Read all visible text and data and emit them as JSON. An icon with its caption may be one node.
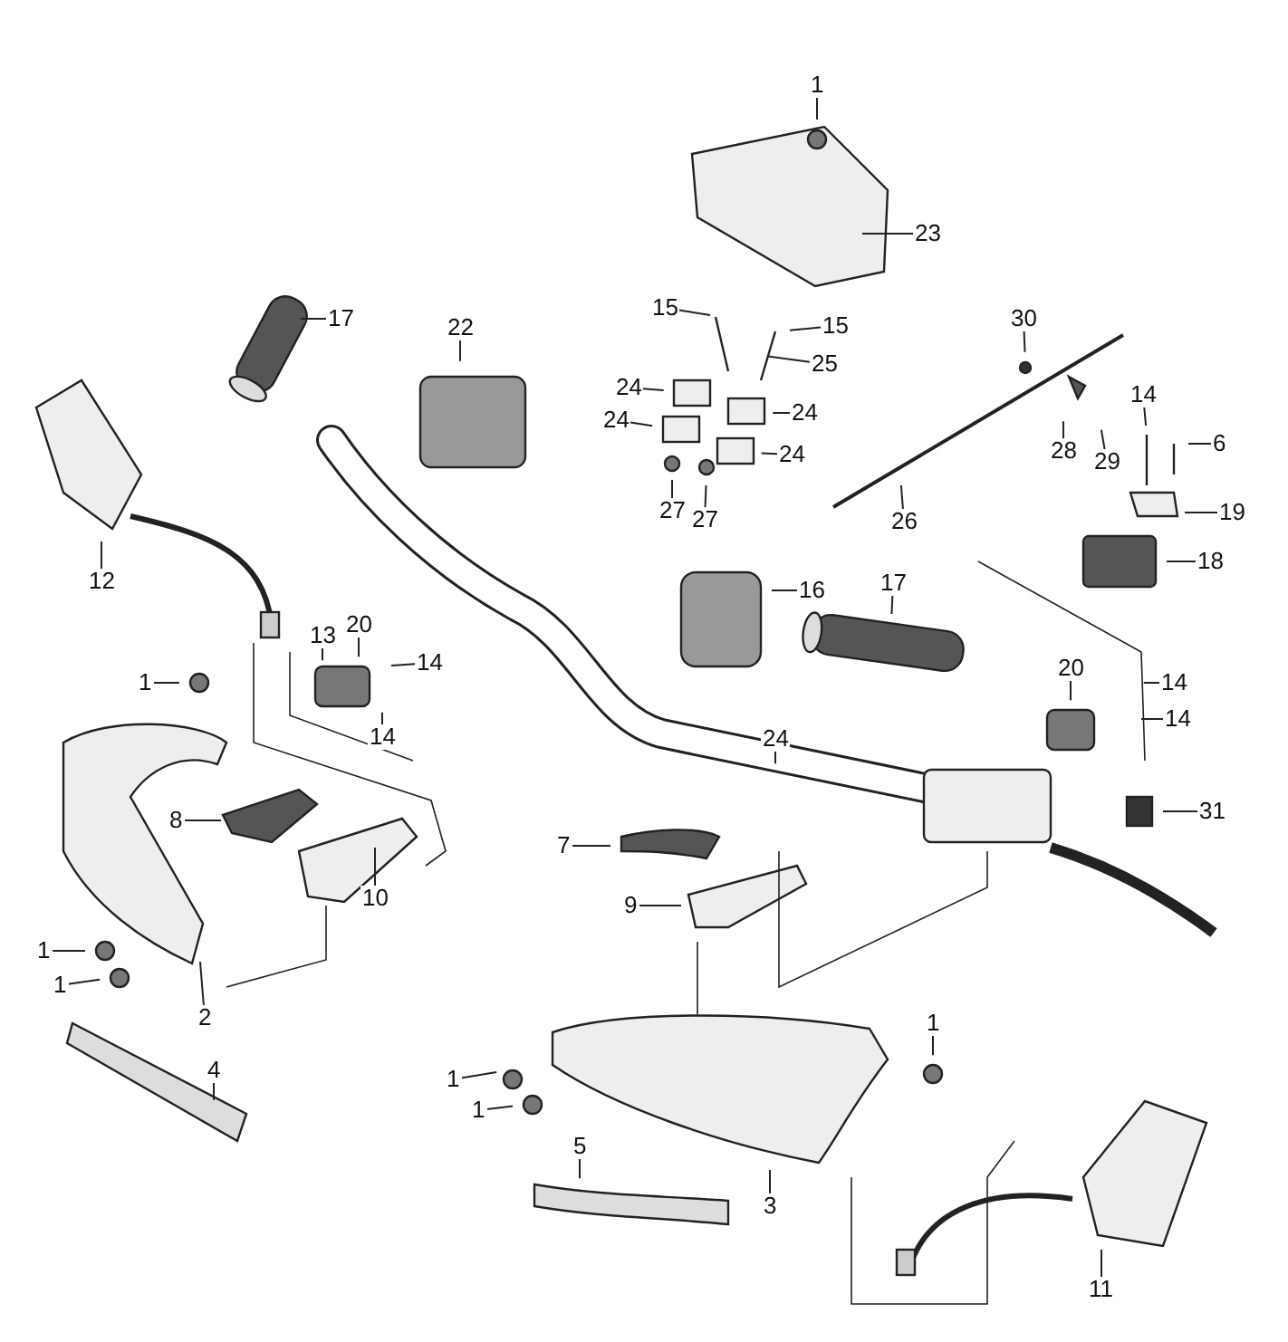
{
  "diagram": {
    "nodes": [
      {
        "text": [
          "1"
        ]
      },
      {
        "text": [
          "23"
        ]
      },
      {
        "text": [
          "17"
        ]
      },
      {
        "text": [
          "22"
        ]
      },
      {
        "text": [
          "15"
        ]
      },
      {
        "text": [
          "15"
        ]
      },
      {
        "text": [
          "25"
        ]
      },
      {
        "text": [
          "24"
        ]
      },
      {
        "text": [
          "24"
        ]
      },
      {
        "text": [
          "24"
        ]
      },
      {
        "text": [
          "24"
        ]
      },
      {
        "text": [
          "27"
        ]
      },
      {
        "text": [
          "27"
        ]
      },
      {
        "text": [
          "30"
        ]
      },
      {
        "text": [
          "14"
        ]
      },
      {
        "text": [
          "6"
        ]
      },
      {
        "text": [
          "28"
        ]
      },
      {
        "text": [
          "29"
        ]
      },
      {
        "text": [
          "26"
        ]
      },
      {
        "text": [
          "19"
        ]
      },
      {
        "text": [
          "18"
        ]
      },
      {
        "text": [
          "12"
        ]
      },
      {
        "text": [
          "16"
        ]
      },
      {
        "text": [
          "17"
        ]
      },
      {
        "text": [
          "13"
        ]
      },
      {
        "text": [
          "20"
        ]
      },
      {
        "text": [
          "14"
        ]
      },
      {
        "text": [
          "14"
        ]
      },
      {
        "text": [
          "1"
        ]
      },
      {
        "text": [
          "20"
        ]
      },
      {
        "text": [
          "14"
        ]
      },
      {
        "text": [
          "14"
        ]
      },
      {
        "text": [
          "24"
        ]
      },
      {
        "text": [
          "8"
        ]
      },
      {
        "text": [
          "31"
        ]
      },
      {
        "text": [
          "7"
        ]
      },
      {
        "text": [
          "10"
        ]
      },
      {
        "text": [
          "9"
        ]
      },
      {
        "text": [
          "1"
        ]
      },
      {
        "text": [
          "1"
        ]
      },
      {
        "text": [
          "2"
        ]
      },
      {
        "text": [
          "1"
        ]
      },
      {
        "text": [
          "4"
        ]
      },
      {
        "text": [
          "1"
        ]
      },
      {
        "text": [
          "1"
        ]
      },
      {
        "text": [
          "5"
        ]
      },
      {
        "text": [
          "3"
        ]
      },
      {
        "text": [
          "11"
        ]
      }
    ],
    "edges": [
      {
        "from": 0,
        "to": null,
        "arrow": "none"
      },
      {
        "from": 1,
        "to": null,
        "arrow": "none"
      },
      {
        "from": 2,
        "to": null,
        "arrow": "none"
      },
      {
        "from": 3,
        "to": null,
        "arrow": "none"
      },
      {
        "from": 4,
        "to": null,
        "arrow": "none"
      },
      {
        "from": 5,
        "to": null,
        "arrow": "none"
      },
      {
        "from": 6,
        "to": null,
        "arrow": "none"
      },
      {
        "from": 7,
        "to": null,
        "arrow": "none"
      },
      {
        "from": 8,
        "to": null,
        "arrow": "none"
      },
      {
        "from": 9,
        "to": null,
        "arrow": "none"
      },
      {
        "from": 10,
        "to": null,
        "arrow": "none"
      },
      {
        "from": 11,
        "to": null,
        "arrow": "none"
      },
      {
        "from": 12,
        "to": null,
        "arrow": "none"
      },
      {
        "from": 13,
        "to": null,
        "arrow": "none"
      },
      {
        "from": 14,
        "to": null,
        "arrow": "none"
      },
      {
        "from": 15,
        "to": null,
        "arrow": "none"
      },
      {
        "from": 16,
        "to": null,
        "arrow": "none"
      },
      {
        "from": 17,
        "to": null,
        "arrow": "none"
      },
      {
        "from": 18,
        "to": null,
        "arrow": "none"
      },
      {
        "from": 19,
        "to": null,
        "arrow": "none"
      },
      {
        "from": 20,
        "to": null,
        "arrow": "none"
      },
      {
        "from": 21,
        "to": null,
        "arrow": "none"
      },
      {
        "from": 22,
        "to": null,
        "arrow": "none"
      },
      {
        "from": 23,
        "to": null,
        "arrow": "none"
      },
      {
        "from": 24,
        "to": null,
        "arrow": "none"
      },
      {
        "from": 25,
        "to": null,
        "arrow": "none"
      },
      {
        "from": 26,
        "to": null,
        "arrow": "none"
      },
      {
        "from": 27,
        "to": null,
        "arrow": "none"
      },
      {
        "from": 28,
        "to": null,
        "arrow": "none"
      },
      {
        "from": 29,
        "to": null,
        "arrow": "none"
      },
      {
        "from": 30,
        "to": null,
        "arrow": "none"
      },
      {
        "from": 31,
        "to": null,
        "arrow": "none"
      },
      {
        "from": 32,
        "to": null,
        "arrow": "none"
      },
      {
        "from": 33,
        "to": null,
        "arrow": "none"
      },
      {
        "from": 34,
        "to": null,
        "arrow": "none"
      },
      {
        "from": 35,
        "to": null,
        "arrow": "none"
      },
      {
        "from": 36,
        "to": null,
        "arrow": "none"
      },
      {
        "from": 37,
        "to": null,
        "arrow": "none"
      },
      {
        "from": 38,
        "to": null,
        "arrow": "none"
      },
      {
        "from": 39,
        "to": null,
        "arrow": "none"
      },
      {
        "from": 40,
        "to": null,
        "arrow": "none"
      },
      {
        "from": 41,
        "to": null,
        "arrow": "none"
      },
      {
        "from": 42,
        "to": null,
        "arrow": "none"
      },
      {
        "from": 43,
        "to": null,
        "arrow": "none"
      },
      {
        "from": 44,
        "to": null,
        "arrow": "none"
      },
      {
        "from": 45,
        "to": null,
        "arrow": "none"
      },
      {
        "from": 46,
        "to": null,
        "arrow": "none"
      },
      {
        "from": 47,
        "to": null,
        "arrow": "none"
      }
    ]
  }
}
